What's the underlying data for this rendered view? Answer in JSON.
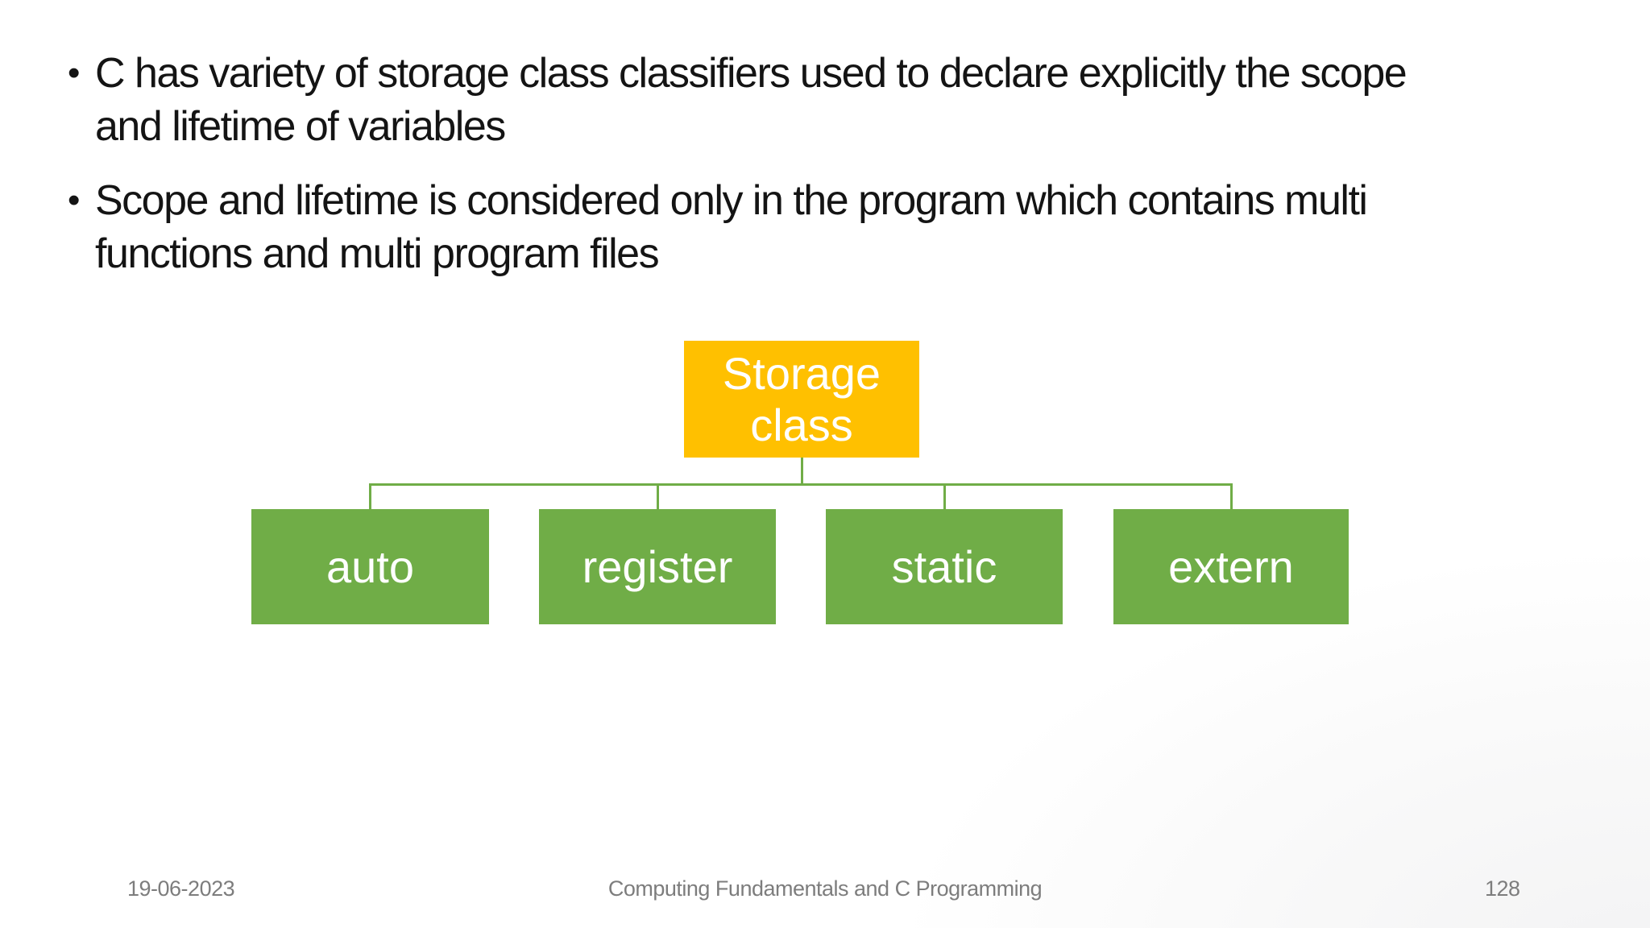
{
  "slide": {
    "bullet_glyph": "•",
    "bullets": [
      {
        "lines": [
          "C has variety of storage class classifiers used to declare explicitly the scope",
          "and lifetime of variables"
        ]
      },
      {
        "lines": [
          "Scope and lifetime is considered only in the program which contains multi",
          "functions and multi program files"
        ]
      }
    ],
    "diagram": {
      "root": {
        "label_lines": [
          "Storage",
          "class"
        ],
        "fill": "#FFC000",
        "text_color": "#FFFFFF"
      },
      "children": [
        {
          "label": "auto"
        },
        {
          "label": "register"
        },
        {
          "label": "static"
        },
        {
          "label": "extern"
        }
      ],
      "child_fill": "#70AD47",
      "child_text_color": "#FFFFFF",
      "connector_color": "#70AD47"
    },
    "footer": {
      "date": "19-06-2023",
      "title": "Computing Fundamentals and C Programming",
      "page_number": "128"
    },
    "colors": {
      "background": "#FFFFFF",
      "background_corner_tint": "#F3F3F4",
      "body_text": "#141414",
      "footer_text": "#7D7D7D"
    }
  }
}
